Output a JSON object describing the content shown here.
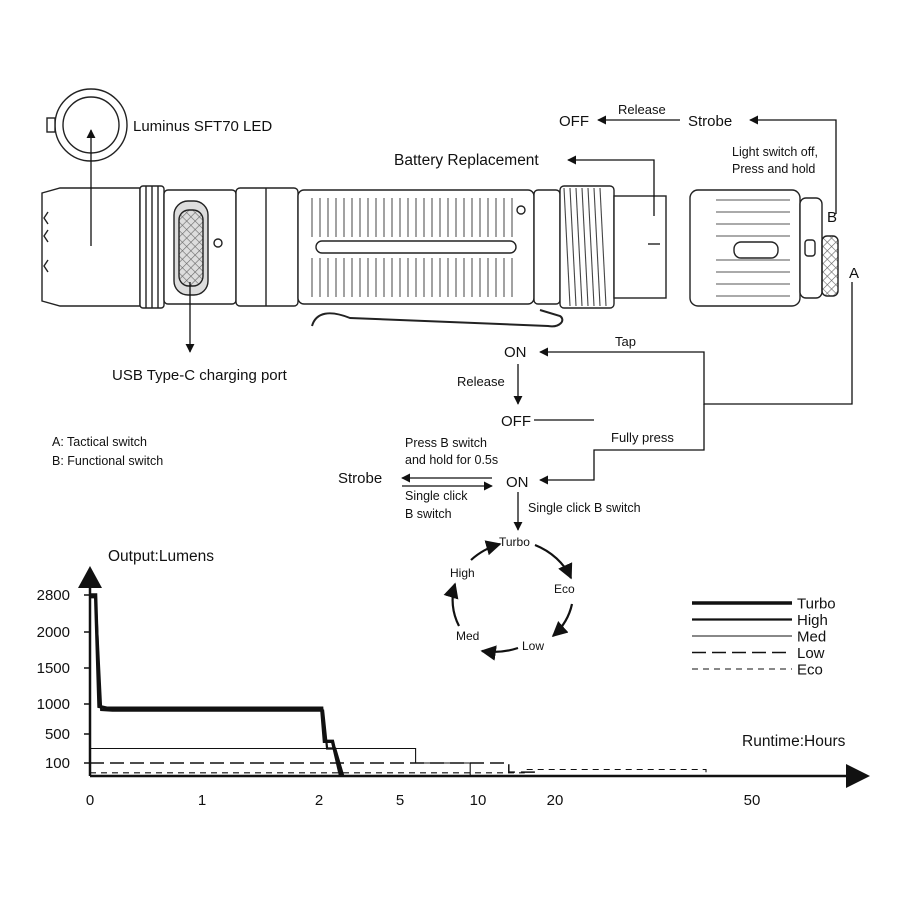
{
  "callouts": {
    "led": "Luminus SFT70 LED",
    "battery": "Battery Replacement",
    "usb": "USB Type-C charging port"
  },
  "switch_legend": {
    "a": "A: Tactical switch",
    "b": "B: Functional switch",
    "label_a": "A",
    "label_b": "B"
  },
  "top_flow": {
    "off": "OFF",
    "release": "Release",
    "strobe": "Strobe",
    "hold_line1": "Light switch off,",
    "hold_line2": "Press and hold"
  },
  "main_flow": {
    "on_top": "ON",
    "tap": "Tap",
    "release": "Release",
    "off": "OFF",
    "fully_press": "Fully press",
    "press_b_line1": "Press B switch",
    "press_b_line2": "and hold for 0.5s",
    "strobe": "Strobe",
    "on_bottom": "ON",
    "single_click_line1": "Single click",
    "single_click_line2": "B switch",
    "single_click_b": "Single click B switch"
  },
  "mode_cycle": [
    "Turbo",
    "Eco",
    "Low",
    "Med",
    "High"
  ],
  "chart_data": {
    "type": "line",
    "ylabel": "Output:Lumens",
    "xlabel": "Runtime:Hours",
    "y_ticks": [
      100,
      500,
      1000,
      1500,
      2000,
      2800
    ],
    "x_ticks": [
      0,
      1,
      2,
      5,
      10,
      20,
      50
    ],
    "x_scale": "non-linear",
    "legend_position": "right",
    "series": [
      {
        "name": "Turbo",
        "style": "thick-solid",
        "points": [
          [
            0,
            2800
          ],
          [
            0.05,
            2800
          ],
          [
            0.08,
            960
          ],
          [
            0.15,
            930
          ],
          [
            2.1,
            930
          ],
          [
            2.2,
            400
          ],
          [
            2.5,
            400
          ],
          [
            2.8,
            0
          ]
        ]
      },
      {
        "name": "High",
        "style": "solid",
        "points": [
          [
            0,
            2750
          ],
          [
            0.05,
            2750
          ],
          [
            0.1,
            900
          ],
          [
            0.2,
            890
          ],
          [
            2.15,
            890
          ],
          [
            2.3,
            300
          ],
          [
            2.6,
            300
          ],
          [
            2.9,
            0
          ]
        ]
      },
      {
        "name": "Med",
        "style": "thin-solid",
        "points": [
          [
            0,
            300
          ],
          [
            6,
            300
          ],
          [
            6,
            100
          ],
          [
            9.5,
            100
          ],
          [
            9.5,
            0
          ]
        ]
      },
      {
        "name": "Low",
        "style": "long-dash",
        "points": [
          [
            0,
            100
          ],
          [
            14,
            100
          ],
          [
            14,
            30
          ],
          [
            17.5,
            30
          ],
          [
            17.5,
            0
          ]
        ]
      },
      {
        "name": "Eco",
        "style": "short-dash",
        "points": [
          [
            0,
            25
          ],
          [
            16,
            25
          ],
          [
            16,
            50
          ],
          [
            43,
            50
          ],
          [
            43,
            0
          ]
        ]
      }
    ]
  }
}
